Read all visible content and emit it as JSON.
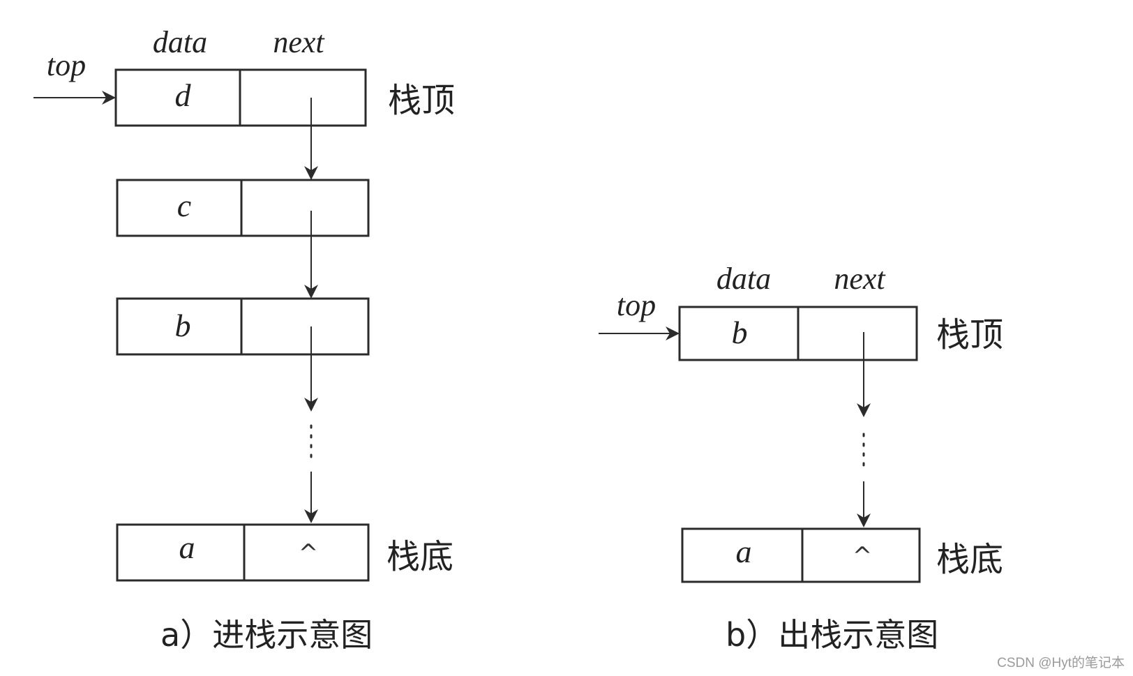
{
  "panel_a": {
    "header_data": "data",
    "header_next": "next",
    "top_label": "top",
    "nodes": [
      "d",
      "c",
      "b",
      "a"
    ],
    "null_symbol": "^",
    "top_side_label": "栈顶",
    "bottom_side_label": "栈底",
    "caption": "a）进栈示意图"
  },
  "panel_b": {
    "header_data": "data",
    "header_next": "next",
    "top_label": "top",
    "nodes": [
      "b",
      "a"
    ],
    "null_symbol": "^",
    "top_side_label": "栈顶",
    "bottom_side_label": "栈底",
    "caption": "b）出栈示意图"
  },
  "watermark": "CSDN @Hyt的笔记本"
}
